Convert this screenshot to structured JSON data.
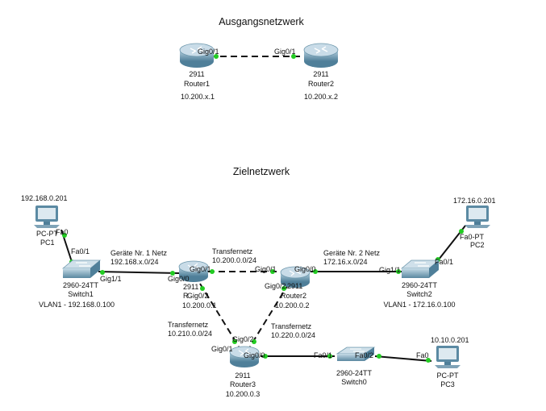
{
  "titles": {
    "source": "Ausgangsnetzwerk",
    "target": "Zielnetzwerk"
  },
  "source_network": {
    "router1": {
      "model": "2911",
      "name": "Router1",
      "ip": "10.200.x.1",
      "port": "Gig0/1"
    },
    "router2": {
      "model": "2911",
      "name": "Router2",
      "ip": "10.200.x.2",
      "port": "Gig0/1"
    }
  },
  "target_network": {
    "pc1": {
      "model": "PC-PT",
      "name": "PC1",
      "ip": "192.168.0.201",
      "port": "Fa0"
    },
    "pc2": {
      "model": "Fa0-PT",
      "name": "PC2",
      "ip": "172.16.0.201",
      "port": "Fa0/1"
    },
    "pc3": {
      "model": "PC-PT",
      "name": "PC3",
      "ip": "10.10.0.201",
      "port": "Fa0"
    },
    "switch1": {
      "model": "2960-24TT",
      "name": "Switch1",
      "vlan": "VLAN1 - 192.168.0.100",
      "port_top": "Fa0/1",
      "port_right": "Gig1/1"
    },
    "switch2": {
      "model": "2960-24TT",
      "name": "Switch2",
      "vlan": "VLAN1 - 172.16.0.100",
      "port_left": "Gig1/1"
    },
    "switch0": {
      "model": "2960-24TT",
      "name": "Switch0",
      "port_left": "Fa0/1",
      "port_right": "Fa0/2"
    },
    "router1": {
      "model": "2911",
      "name_partial": "R",
      "ip": "10.200.0.1",
      "port_left": "Gig0/0",
      "port_right": "Gig0/1",
      "port_bottom": "Gig0/2"
    },
    "router2": {
      "model": "2911",
      "name": "Router2",
      "ip": "10.200.0.2",
      "port_left": "Gig0/1",
      "port_right": "Gig0/0",
      "port_bottom": "Gig0/2"
    },
    "router3": {
      "model": "2911",
      "name": "Router3",
      "ip": "10.200.0.3",
      "port_top_left": "Gig0/1",
      "port_top_right": "Gig0/2",
      "port_right": "Gig0/0"
    },
    "links": {
      "net1_title": "Geräte Nr. 1 Netz",
      "net1_addr": "192.168.x.0/24",
      "net2_title": "Geräte Nr. 2 Netz",
      "net2_addr": "172.16.x.0/24",
      "transfer_top_title": "Transfernetz",
      "transfer_top_addr": "10.200.0.0/24",
      "transfer_left_title": "Transfernetz",
      "transfer_left_addr": "10.210.0.0/24",
      "transfer_right_title": "Transfernetz",
      "transfer_right_addr": "10.220.0.0/24"
    }
  },
  "colors": {
    "router": "#5f8fa8",
    "switch": "#5f8fa8",
    "link": "#111111",
    "port_dot": "#22cc22"
  }
}
